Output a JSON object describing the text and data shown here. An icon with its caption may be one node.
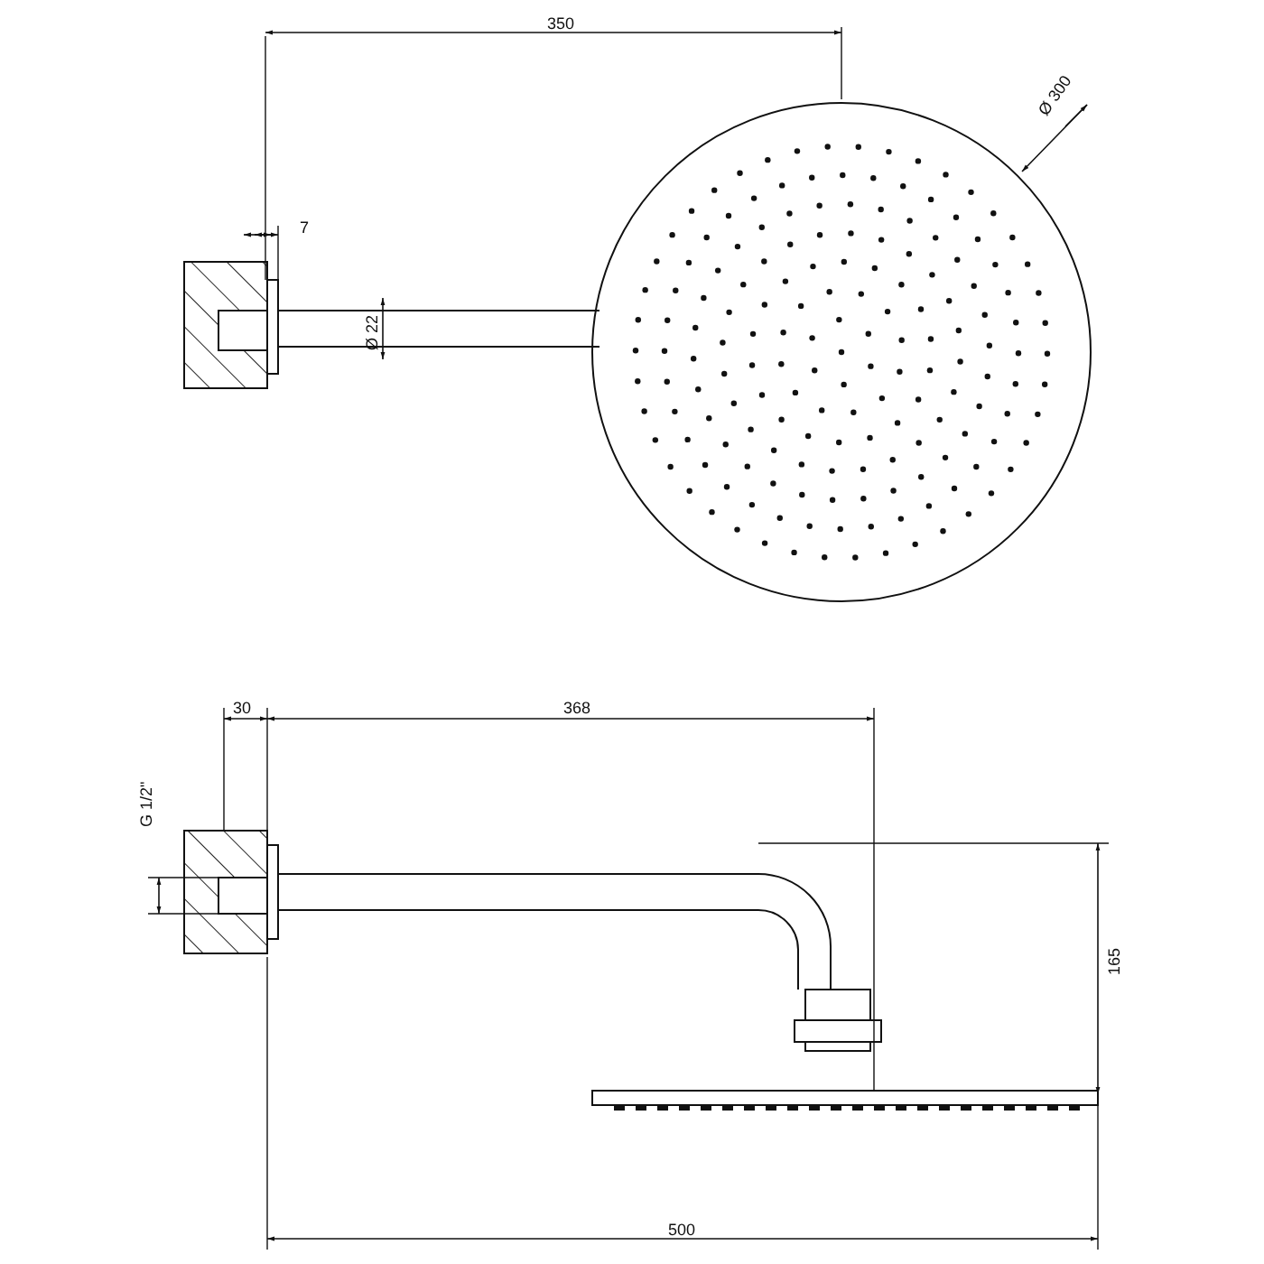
{
  "diagram": {
    "labels": [
      "350",
      "7",
      "Ø 300",
      "Ø 22",
      "30",
      "368",
      "G 1/2\"",
      "165",
      "500"
    ]
  }
}
